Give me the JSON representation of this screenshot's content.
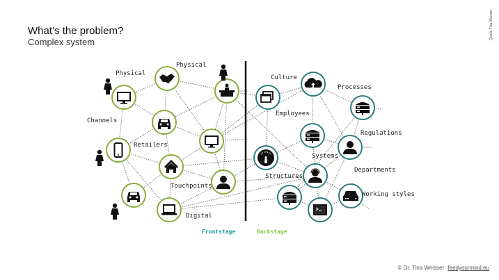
{
  "header": {
    "title": "What’s the problem?",
    "subtitle": "Complex system"
  },
  "source": "Quelle Tina Weisser",
  "footer": {
    "copyright": "© Dr. Tina Weisser",
    "link": "feedyourmind.eu"
  },
  "legend": {
    "frontstage": "Frontstage",
    "backstage": "Backstage"
  },
  "colors": {
    "frontstage": "#8aab3c",
    "backstage": "#2d7c80",
    "frontstage_text": "#1aa19a",
    "backstage_text": "#8cc43f"
  },
  "labels": {
    "physical_1": "Physical",
    "physical_2": "Physical",
    "channels": "Channels",
    "retailers": "Retailers",
    "touchpoints": "Touchpoints",
    "digital": "Digital",
    "culture": "Culture",
    "processes": "Processes",
    "employees": "Employees",
    "regulations": "Regulations",
    "systems": "Systems",
    "structures": "Structures",
    "departments": "Departments",
    "working_styles": "Working styles"
  },
  "nodes": {
    "frontstage": [
      "monitor-icon",
      "handshake-icon",
      "reception-desk-icon",
      "car-icon",
      "monitor-icon",
      "smartphone-icon",
      "home-icon",
      "person-icon",
      "car-icon",
      "laptop-icon"
    ],
    "backstage": [
      "windows-icon",
      "cloud-upload-icon",
      "server-icon",
      "server-icon",
      "person-icon",
      "gauge-icon",
      "headset-person-icon",
      "server-icon",
      "terminal-icon",
      "drive-icon"
    ]
  }
}
